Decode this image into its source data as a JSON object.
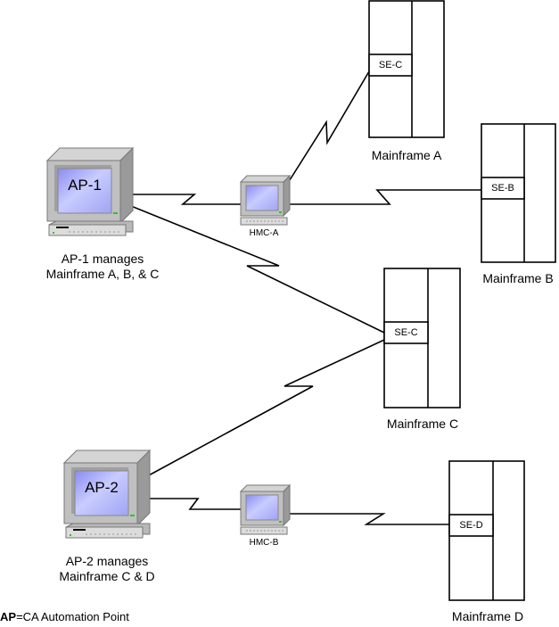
{
  "workstations": [
    {
      "id": "AP-1",
      "screen_label": "AP-1",
      "caption_line1": "AP-1 manages",
      "caption_line2": "Mainframe A, B, & C"
    },
    {
      "id": "AP-2",
      "screen_label": "AP-2",
      "caption_line1": "AP-2 manages",
      "caption_line2": "Mainframe  C & D"
    }
  ],
  "consoles": [
    {
      "id": "HMC-A",
      "label": "HMC-A"
    },
    {
      "id": "HMC-B",
      "label": "HMC-B"
    }
  ],
  "mainframes": [
    {
      "id": "A",
      "label": "Mainframe A",
      "se_label": "SE-C"
    },
    {
      "id": "B",
      "label": "Mainframe B",
      "se_label": "SE-B"
    },
    {
      "id": "C",
      "label": "Mainframe C",
      "se_label": "SE-C"
    },
    {
      "id": "D",
      "label": "Mainframe D",
      "se_label": "SE-D"
    }
  ],
  "connections": [
    {
      "from": "AP-1",
      "to": "HMC-A"
    },
    {
      "from": "HMC-A",
      "to": "Mainframe A"
    },
    {
      "from": "HMC-A",
      "to": "Mainframe B"
    },
    {
      "from": "AP-1",
      "to": "Mainframe C"
    },
    {
      "from": "AP-2",
      "to": "Mainframe C"
    },
    {
      "from": "AP-2",
      "to": "HMC-B"
    },
    {
      "from": "HMC-B",
      "to": "Mainframe D"
    }
  ],
  "legend": {
    "term": "AP",
    "definition": "=CA Automation Point"
  }
}
